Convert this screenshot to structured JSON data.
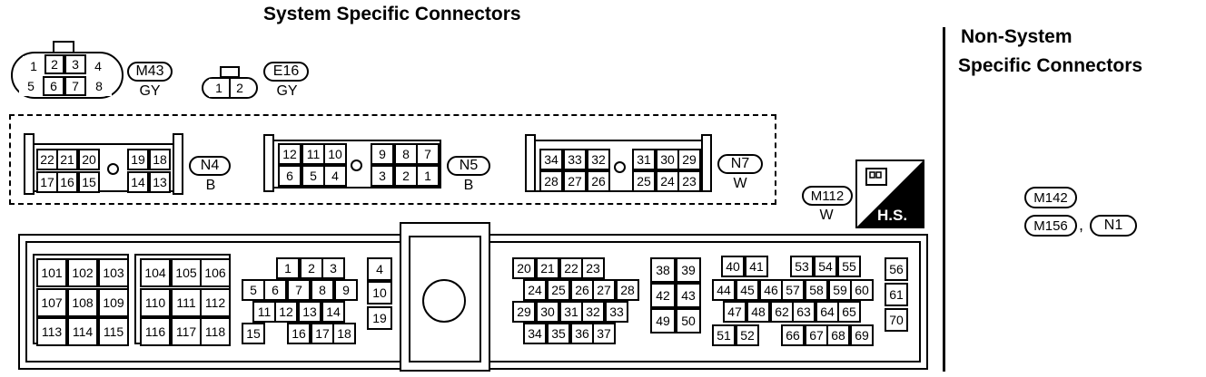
{
  "titles": {
    "system": "System Specific Connectors",
    "non_system_line1": "Non-System",
    "non_system_line2": "Specific Connectors"
  },
  "connectors": {
    "m43": {
      "id": "M43",
      "color": "GY",
      "pins": [
        "1",
        "2",
        "3",
        "4",
        "5",
        "6",
        "7",
        "8"
      ]
    },
    "e16": {
      "id": "E16",
      "color": "GY",
      "pins": [
        "1",
        "2"
      ]
    },
    "n4": {
      "id": "N4",
      "color": "B",
      "pins": [
        "22",
        "21",
        "20",
        "19",
        "18",
        "17",
        "16",
        "15",
        "14",
        "13"
      ]
    },
    "n5": {
      "id": "N5",
      "color": "B",
      "pins": [
        "12",
        "11",
        "10",
        "9",
        "8",
        "7",
        "6",
        "5",
        "4",
        "3",
        "2",
        "1"
      ]
    },
    "n7": {
      "id": "N7",
      "color": "W",
      "pins": [
        "34",
        "33",
        "32",
        "31",
        "30",
        "29",
        "28",
        "27",
        "26",
        "25",
        "24",
        "23"
      ]
    },
    "m112": {
      "id": "M112",
      "color": "W"
    },
    "hs_label": "H.S.",
    "ecm": {
      "pins": [
        "101",
        "102",
        "103",
        "104",
        "105",
        "106",
        "107",
        "108",
        "109",
        "110",
        "111",
        "112",
        "113",
        "114",
        "115",
        "116",
        "117",
        "118",
        "1",
        "2",
        "3",
        "5",
        "6",
        "7",
        "8",
        "9",
        "11",
        "12",
        "13",
        "14",
        "15",
        "16",
        "17",
        "18",
        "4",
        "10",
        "19",
        "20",
        "21",
        "22",
        "23",
        "24",
        "25",
        "26",
        "27",
        "28",
        "29",
        "30",
        "31",
        "32",
        "33",
        "34",
        "35",
        "36",
        "37",
        "38",
        "39",
        "42",
        "43",
        "49",
        "50",
        "40",
        "41",
        "53",
        "54",
        "55",
        "44",
        "45",
        "46",
        "57",
        "58",
        "59",
        "60",
        "47",
        "48",
        "62",
        "63",
        "64",
        "65",
        "51",
        "52",
        "66",
        "67",
        "68",
        "69",
        "56",
        "61",
        "70"
      ]
    }
  },
  "non_system": {
    "m142": "M142",
    "m156": "M156",
    "separator": ",",
    "n1": "N1"
  }
}
